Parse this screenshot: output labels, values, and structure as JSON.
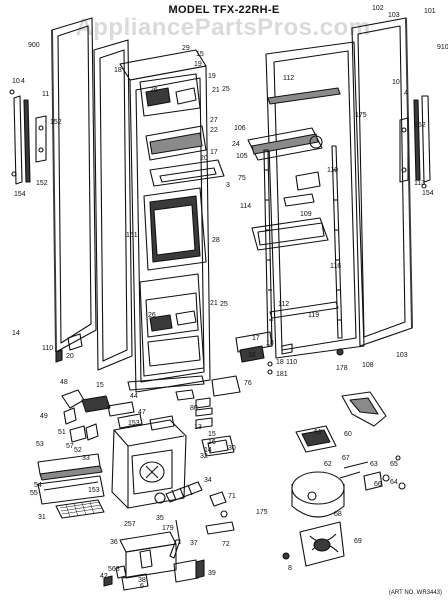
{
  "diagram": {
    "title": "MODEL TFX-22RH-E",
    "watermark": "AppliancePartsPros.com",
    "art_no": "(ART NO. WR3443)",
    "colors": {
      "ink": "#111111",
      "paper": "#ffffff",
      "shade": "#8a8a8a",
      "dark": "#3a3a3a"
    },
    "part_labels": [
      "900",
      "102",
      "103",
      "101",
      "910",
      "29",
      "15",
      "19",
      "18",
      "19",
      "26",
      "21",
      "25",
      "27",
      "22",
      "17",
      "20",
      "24",
      "105",
      "106",
      "112",
      "175",
      "119",
      "4",
      "152",
      "10",
      "4",
      "113",
      "154",
      "10",
      "11",
      "152",
      "152",
      "154",
      "3",
      "75",
      "114",
      "109",
      "116",
      "28",
      "151",
      "21",
      "25",
      "26",
      "14",
      "110",
      "20",
      "112",
      "119",
      "17",
      "18",
      "16",
      "108",
      "103",
      "178",
      "110",
      "18",
      "181",
      "48",
      "15",
      "76",
      "49",
      "44",
      "47",
      "80",
      "51",
      "57",
      "52",
      "153",
      "13",
      "15",
      "16",
      "14",
      "30",
      "33",
      "32",
      "53",
      "61",
      "67",
      "60",
      "62",
      "63",
      "65",
      "54",
      "34",
      "66",
      "64",
      "55",
      "153",
      "71",
      "31",
      "35",
      "175",
      "68",
      "69",
      "257",
      "179",
      "72",
      "36",
      "37",
      "39",
      "42",
      "563",
      "38",
      "8",
      "6"
    ]
  }
}
